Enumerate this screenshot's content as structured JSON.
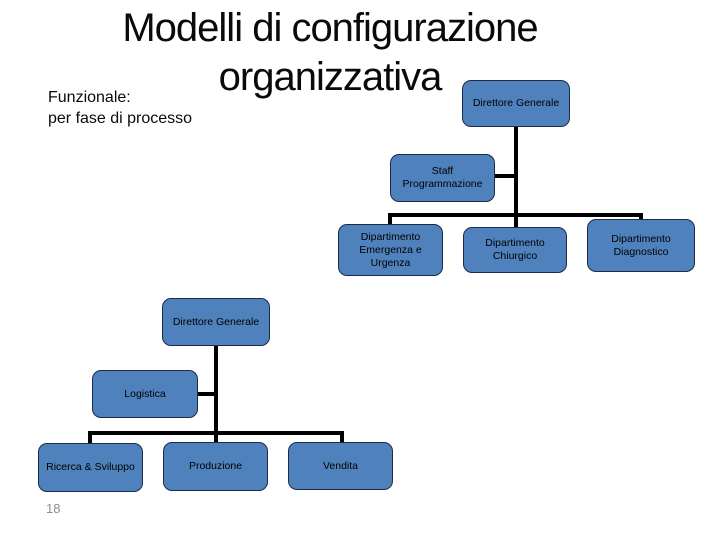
{
  "slide": {
    "title_line1": "Modelli di configurazione",
    "title_line2": "organizzativa",
    "subtitle_line1": "Funzionale:",
    "subtitle_line2": "per fase di processo",
    "page_number": "18"
  },
  "colors": {
    "box_fill": "#4F81BD",
    "box_border": "#1b2c49",
    "connector": "#000000",
    "page_number": "#8f8f8f"
  },
  "org_top": {
    "root": {
      "label": "Direttore Generale"
    },
    "staff": {
      "lines": [
        "Staff",
        "Programmazione"
      ]
    },
    "children": [
      {
        "lines": [
          "Dipartimento",
          "Emergenza e",
          "Urgenza"
        ]
      },
      {
        "lines": [
          "Dipartimento",
          "Chiurgico"
        ]
      },
      {
        "lines": [
          "Dipartimento",
          "Diagnostico"
        ]
      }
    ]
  },
  "org_bottom": {
    "root": {
      "label": "Direttore Generale"
    },
    "staff": {
      "label": "Logistica"
    },
    "children": [
      {
        "label": "Ricerca & Sviluppo"
      },
      {
        "label": "Produzione"
      },
      {
        "label": "Vendita"
      }
    ]
  }
}
